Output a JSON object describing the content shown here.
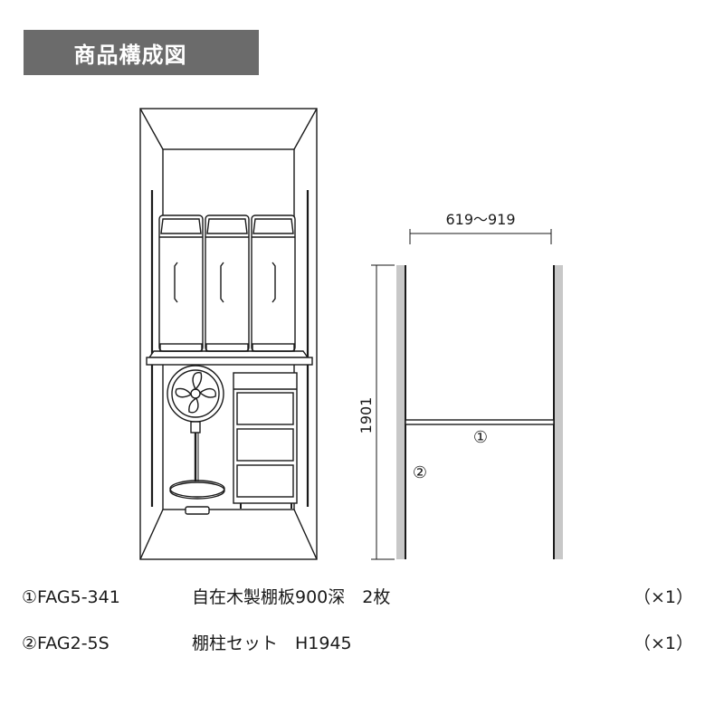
{
  "title": "商品構成図",
  "dimensions": {
    "width_range": "619〜919",
    "height": "1901"
  },
  "callouts": {
    "shelf": "①",
    "pillar": "②"
  },
  "parts": [
    {
      "code": "①FAG5-341",
      "description": "自在木製棚板900深　2枚",
      "quantity": "（×1）"
    },
    {
      "code": "②FAG2-5S",
      "description": "棚柱セット　H1945",
      "quantity": "（×1）"
    }
  ],
  "colors": {
    "title_background": "#6b6b6b",
    "pillar_gray": "#c8c8c8",
    "line": "#1a1a1a"
  }
}
